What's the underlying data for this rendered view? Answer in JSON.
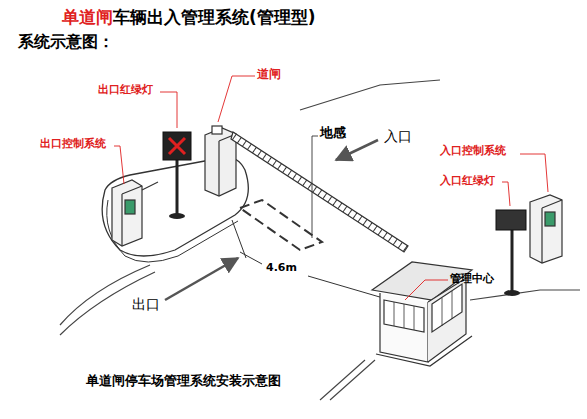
{
  "diagram": {
    "title": "车辆出入管理系统(管理型)",
    "caption": "单道闸停车场管理系统安装示意图",
    "labels": [
      "单道闸",
      "系统示意图：",
      "出口红绿灯",
      "出口控制系统",
      "道闸",
      "地感",
      "入口",
      "入口控制系统",
      "入口红绿灯",
      "管理中心",
      "4.6m",
      "出口"
    ]
  }
}
